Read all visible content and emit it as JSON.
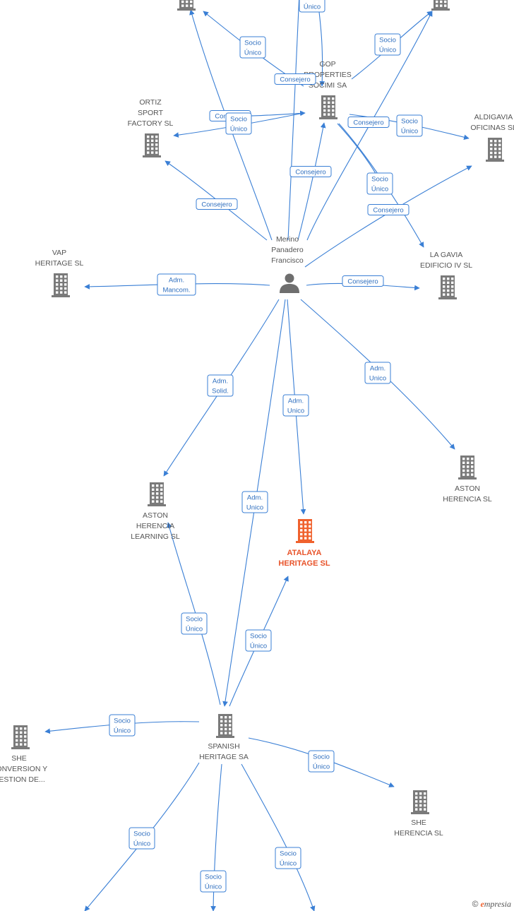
{
  "colors": {
    "edge": "#3a7fd5",
    "node": "#7a7a7a",
    "highlight": "#f0612d",
    "text": "#555555"
  },
  "center": {
    "name": [
      "Merino",
      "Panadero",
      "Francisco"
    ],
    "icon": "person-icon"
  },
  "companies": [
    {
      "id": "top-left",
      "lines": [],
      "icon": "building-icon"
    },
    {
      "id": "top-right",
      "lines": [],
      "icon": "building-icon"
    },
    {
      "id": "gop",
      "lines": [
        "GOP",
        "PROPERTIES",
        "SOCIMI SA"
      ],
      "icon": "building-icon"
    },
    {
      "id": "ortiz",
      "lines": [
        "ORTIZ",
        "SPORT",
        "FACTORY SL"
      ],
      "icon": "building-icon"
    },
    {
      "id": "aldigavia",
      "lines": [
        "ALDIGAVIA",
        "OFICINAS  SL"
      ],
      "icon": "building-icon"
    },
    {
      "id": "vap",
      "lines": [
        "VAP",
        "HERITAGE  SL"
      ],
      "icon": "building-icon"
    },
    {
      "id": "lagavia",
      "lines": [
        "LA GAVIA",
        "EDIFICIO IV  SL"
      ],
      "icon": "building-icon"
    },
    {
      "id": "aston-herencia",
      "lines": [
        "ASTON",
        "HERENCIA SL"
      ],
      "icon": "building-icon"
    },
    {
      "id": "aston-learning",
      "lines": [
        "ASTON",
        "HERENCIA",
        "LEARNING  SL"
      ],
      "icon": "building-icon"
    },
    {
      "id": "atalaya",
      "lines": [
        "ATALAYA",
        "HERITAGE  SL"
      ],
      "icon": "building-icon",
      "highlight": true
    },
    {
      "id": "spanish",
      "lines": [
        "SPANISH",
        "HERITAGE SA"
      ],
      "icon": "building-icon"
    },
    {
      "id": "she-conv",
      "lines": [
        "SHE",
        "CONVERSION Y",
        "GESTION DE..."
      ],
      "icon": "building-icon"
    },
    {
      "id": "she-herencia",
      "lines": [
        "SHE",
        "HERENCIA SL"
      ],
      "icon": "building-icon"
    }
  ],
  "relations": [
    {
      "label": [
        "Socio",
        "Único"
      ]
    },
    {
      "label": [
        "Socio",
        "Único"
      ]
    },
    {
      "label": [
        "Socio",
        "Único"
      ]
    },
    {
      "label": [
        "Consejero"
      ]
    },
    {
      "label": [
        "Consejero"
      ]
    },
    {
      "label": [
        "Socio",
        "Único"
      ]
    },
    {
      "label": [
        "Consejero"
      ]
    },
    {
      "label": [
        "Socio",
        "Único"
      ]
    },
    {
      "label": [
        "Consejero"
      ]
    },
    {
      "label": [
        "Socio",
        "Único"
      ]
    },
    {
      "label": [
        "Consejero"
      ]
    },
    {
      "label": [
        "Consejero"
      ]
    },
    {
      "label": [
        "Adm.",
        "Mancom."
      ]
    },
    {
      "label": [
        "Consejero"
      ]
    },
    {
      "label": [
        "Adm.",
        "Solid."
      ]
    },
    {
      "label": [
        "Adm.",
        "Unico"
      ]
    },
    {
      "label": [
        "Adm.",
        "Unico"
      ]
    },
    {
      "label": [
        "Adm.",
        "Unico"
      ]
    },
    {
      "label": [
        "Socio",
        "Único"
      ]
    },
    {
      "label": [
        "Socio",
        "Único"
      ]
    },
    {
      "label": [
        "Socio",
        "Único"
      ]
    },
    {
      "label": [
        "Socio",
        "Único"
      ]
    },
    {
      "label": [
        "Socio",
        "Único"
      ]
    },
    {
      "label": [
        "Socio",
        "Único"
      ]
    },
    {
      "label": [
        "Socio",
        "Único"
      ]
    },
    {
      "label": [
        "Consejero"
      ]
    },
    {
      "label": [
        "Socio",
        "Único"
      ]
    }
  ],
  "brand": {
    "copyright": "©",
    "initial": "e",
    "rest": "mpresia"
  }
}
